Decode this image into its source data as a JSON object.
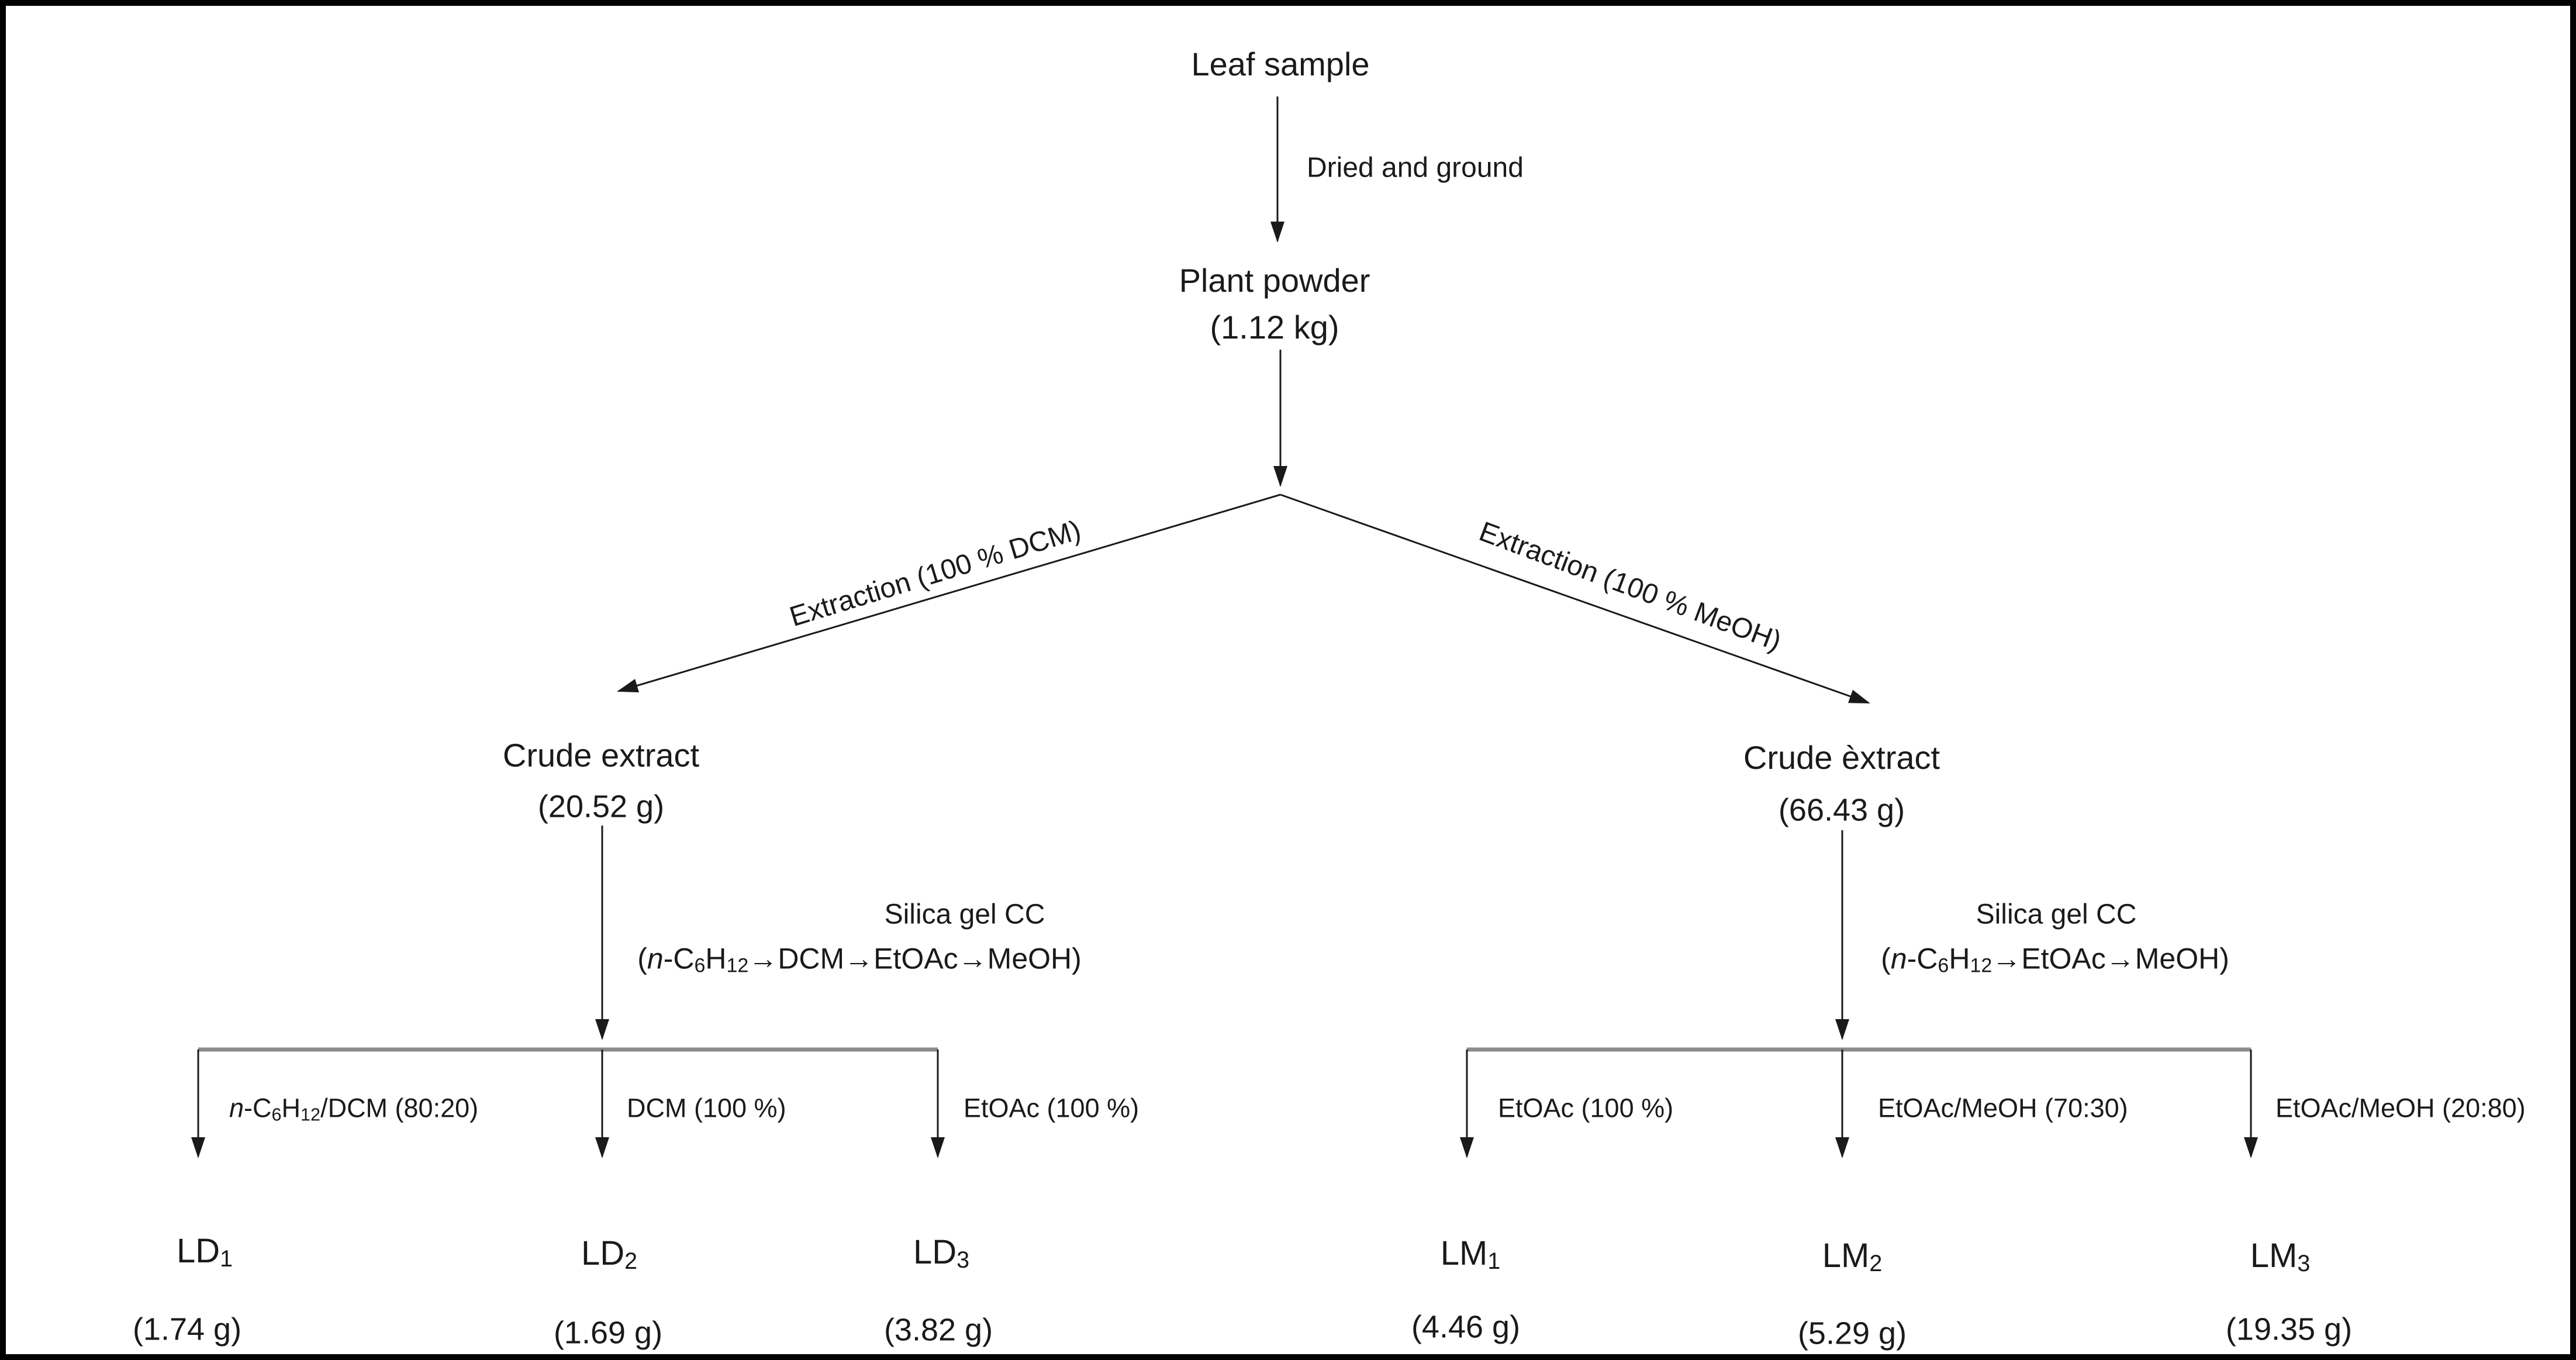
{
  "colors": {
    "ink": "#1a1a1a",
    "bar": "#8c8c8c",
    "frame": "#000000",
    "paper": "#ffffff"
  },
  "flow": {
    "root_label": "Leaf sample",
    "process_label": "Dried and ground",
    "powder_line1": "Plant powder",
    "powder_line2": "(1.12 kg)",
    "left": {
      "edge_label": "Extraction (100 % DCM)",
      "node_line1": "Crude extract",
      "node_line2": "(20.52 g)",
      "cc_line1": "Silica gel CC",
      "cc_line2": "(n-C6H12→DCM→EtOAc→MeOH)",
      "fractions": [
        {
          "eluent": "n-C6H12/DCM (80:20)",
          "code": "LD1",
          "mass": "(1.74 g)"
        },
        {
          "eluent": "DCM (100 %)",
          "code": "LD2",
          "mass": "(1.69 g)"
        },
        {
          "eluent": "EtOAc (100 %)",
          "code": "LD3",
          "mass": "(3.82 g)"
        }
      ]
    },
    "right": {
      "edge_label": "Extraction (100 % MeOH)",
      "node_line1": "Crude èxtract",
      "node_line2": "(66.43 g)",
      "cc_line1": "Silica gel CC",
      "cc_line2": "(n-C6H12→EtOAc→MeOH)",
      "fractions": [
        {
          "eluent": "EtOAc (100 %)",
          "code": "LM1",
          "mass": "(4.46 g)"
        },
        {
          "eluent": "EtOAc/MeOH (70:30)",
          "code": "LM2",
          "mass": "(5.29 g)"
        },
        {
          "eluent": "EtOAc/MeOH (20:80)",
          "code": "LM3",
          "mass": "(19.35 g)"
        }
      ]
    }
  }
}
